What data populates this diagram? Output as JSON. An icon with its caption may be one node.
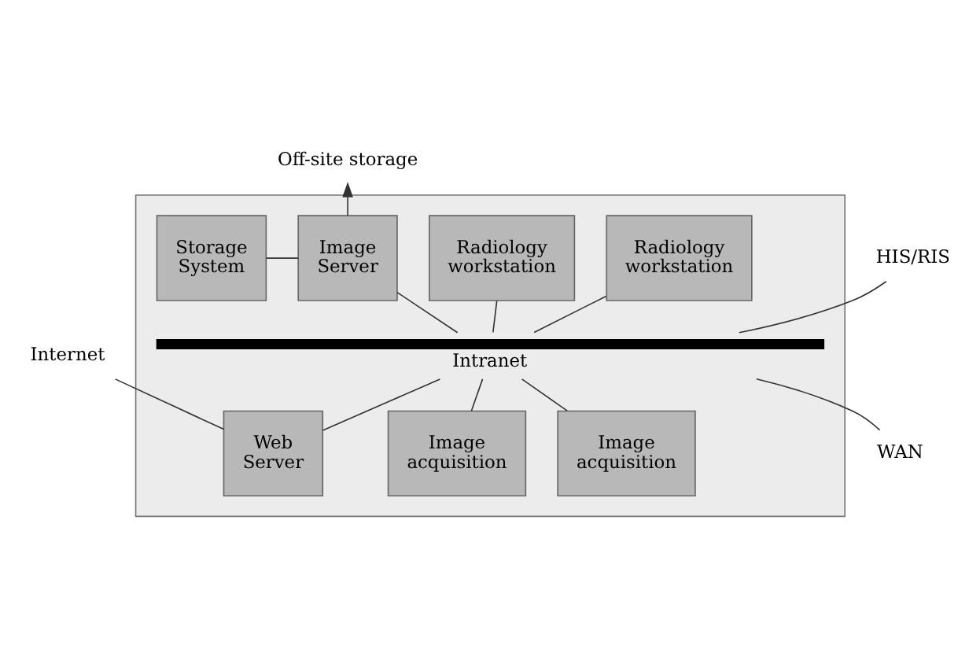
{
  "diagram": {
    "nodes": [
      {
        "text": [],
        "shape": "box"
      },
      {
        "text": [
          "Radiology workstation"
        ],
        "in": 0
      },
      {
        "text": [
          "Radiology workstation"
        ],
        "in": 0
      },
      {
        "text": [
          "Image Server"
        ],
        "in": 0
      },
      {
        "text": [
          "Storage System"
        ],
        "in": 0
      },
      {
        "text": [
          "Intranet"
        ],
        "in": 0
      },
      {
        "text": [
          "Web Server"
        ],
        "in": 0
      },
      {
        "text": [
          "Image acquisition"
        ],
        "in": 0
      },
      {
        "text": [
          "Image acquisition"
        ],
        "in": 0
      },
      {
        "text": [
          "Off-site storage"
        ]
      },
      {
        "text": [
          "HIS/RIS"
        ]
      },
      {
        "text": [
          "WAN"
        ]
      },
      {
        "text": [
          "Internet"
        ]
      }
    ],
    "edges": [
      {
        "from": 1,
        "to": 5,
        "arrow": "none"
      },
      {
        "from": 2,
        "to": 5,
        "arrow": "none"
      },
      {
        "from": 3,
        "to": 5,
        "arrow": "none"
      },
      {
        "from": 3,
        "to": 4,
        "arrow": "none"
      },
      {
        "from": 3,
        "to": 9,
        "arrow": "to"
      },
      {
        "from": 6,
        "to": 5,
        "arrow": "none"
      },
      {
        "from": 7,
        "to": 5,
        "arrow": "none"
      },
      {
        "from": 8,
        "to": 5,
        "arrow": "none"
      },
      {
        "from": 10,
        "to": 5,
        "arrow": "none"
      },
      {
        "from": 11,
        "to": 5,
        "arrow": "none"
      },
      {
        "from": 12,
        "to": 6,
        "arrow": "none"
      }
    ]
  }
}
